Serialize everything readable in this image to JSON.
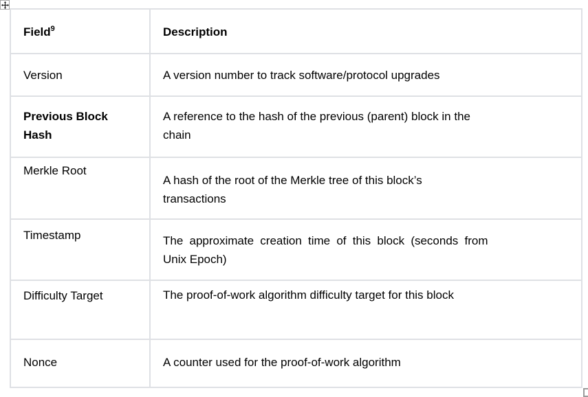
{
  "icons": {
    "move_handle": "table-move-handle",
    "resize_handle": "table-resize-handle"
  },
  "colors": {
    "table_border": "#dee0e4",
    "handle_border": "#9b9b9b",
    "text": "#000000"
  },
  "table": {
    "header": {
      "field_label": "Field",
      "field_footnote": "9",
      "description_label": "Description"
    },
    "rows": [
      {
        "field": "Version",
        "description": "A version number to track software/protocol upgrades"
      },
      {
        "field": "Previous Block\nHash",
        "description": "A reference to the hash of the previous (parent) block in the\nchain"
      },
      {
        "field": "Merkle Root",
        "description": "A hash of the root of the Merkle tree of this block’s\ntransactions"
      },
      {
        "field": "Timestamp",
        "description": "The approximate creation time of this block (seconds from\nUnix Epoch)"
      },
      {
        "field": "Difficulty Target",
        "description": "The proof-of-work algorithm difficulty target for this block"
      },
      {
        "field": "Nonce",
        "description": "A counter used for the proof-of-work algorithm"
      }
    ]
  }
}
